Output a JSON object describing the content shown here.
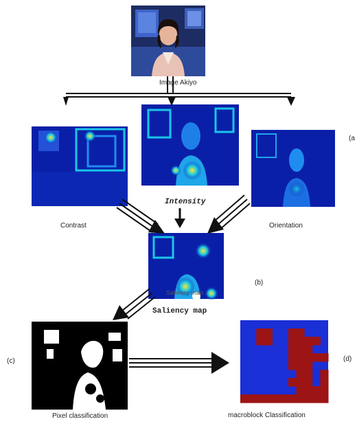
{
  "labels": {
    "source_image": "Image Akiyo",
    "contrast": "Contrast",
    "intensity": "Intensity",
    "orientation": "Orientation",
    "saliency_overlay": "Saliency map",
    "saliency": "Saliency map",
    "pixel_classification": "Pixel classification",
    "macroblock_classification": "macroblock Classification",
    "tag_a": "(a",
    "tag_b": "(b)",
    "tag_c": "(c)",
    "tag_d": "(d)"
  },
  "colors": {
    "heatmap_low": "#0a1fa8",
    "heatmap_mid": "#19c6e8",
    "heatmap_high": "#f2e836",
    "macroblock_background": "#1a2fd6",
    "macroblock_salient": "#9c1414",
    "arrow": "#111111"
  },
  "macroblock_grid": [
    [
      0,
      0,
      0,
      0,
      0,
      0,
      0,
      0,
      0,
      0,
      0
    ],
    [
      0,
      0,
      1,
      1,
      0,
      0,
      1,
      1,
      0,
      0,
      0
    ],
    [
      0,
      0,
      1,
      1,
      0,
      0,
      1,
      1,
      1,
      1,
      0
    ],
    [
      0,
      0,
      0,
      0,
      0,
      0,
      1,
      1,
      1,
      0,
      0
    ],
    [
      0,
      0,
      0,
      0,
      0,
      0,
      1,
      1,
      1,
      1,
      1
    ],
    [
      0,
      0,
      0,
      0,
      0,
      0,
      1,
      1,
      1,
      0,
      0
    ],
    [
      0,
      0,
      0,
      0,
      0,
      0,
      0,
      1,
      1,
      0,
      1
    ],
    [
      0,
      0,
      0,
      0,
      0,
      0,
      1,
      1,
      1,
      0,
      1
    ],
    [
      0,
      0,
      0,
      0,
      0,
      0,
      0,
      1,
      1,
      1,
      1
    ],
    [
      1,
      1,
      1,
      1,
      1,
      1,
      1,
      1,
      1,
      1,
      1
    ]
  ]
}
